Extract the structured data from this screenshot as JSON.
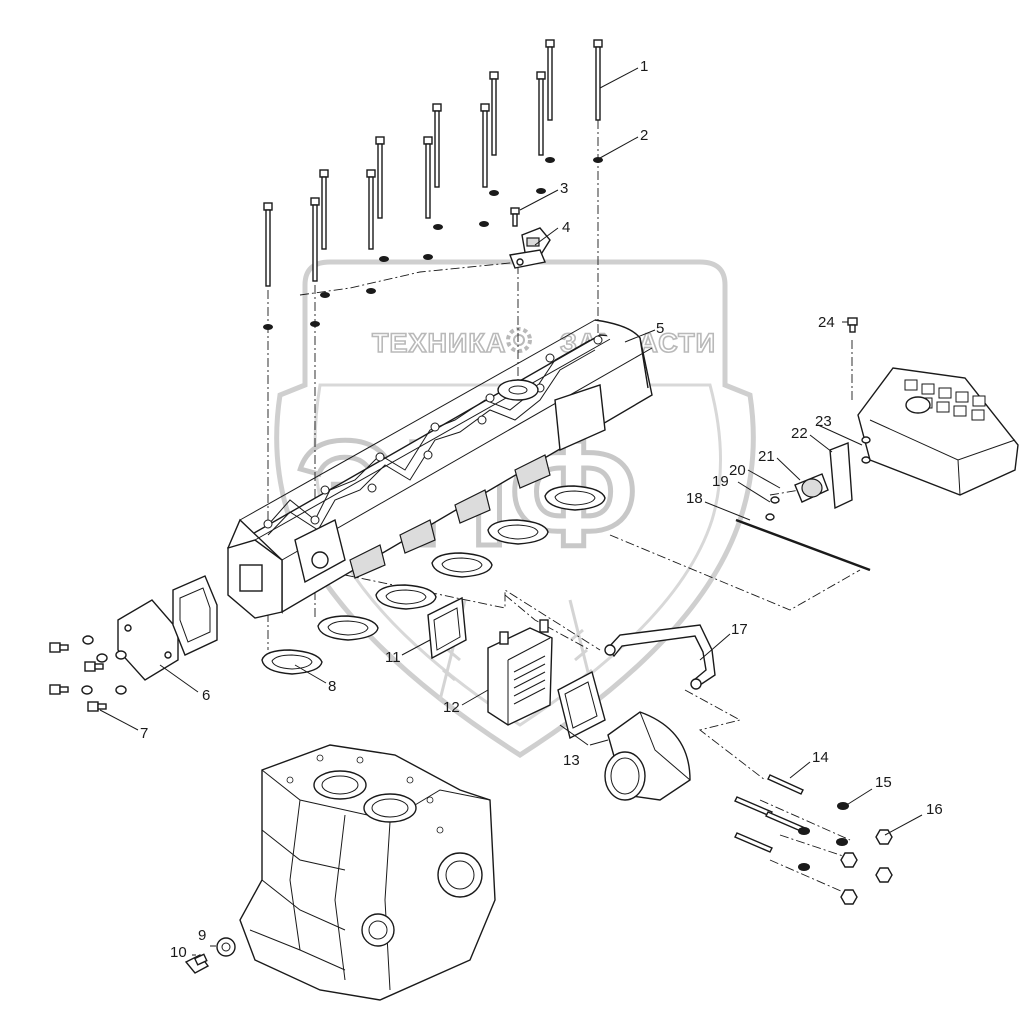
{
  "watermark": {
    "left_text": "ТЕХНИКА",
    "right_text": "ЗАПЧАСТИ",
    "big_text": "ЭПФ",
    "icon": "gear-icon"
  },
  "callouts": [
    "1",
    "2",
    "3",
    "4",
    "5",
    "6",
    "7",
    "8",
    "9",
    "10",
    "11",
    "12",
    "13",
    "14",
    "15",
    "16",
    "17",
    "18",
    "19",
    "20",
    "21",
    "22",
    "23",
    "24"
  ],
  "colors": {
    "line": "#1a1a1a",
    "watermark": "#c8c8c8",
    "background": "#ffffff"
  }
}
